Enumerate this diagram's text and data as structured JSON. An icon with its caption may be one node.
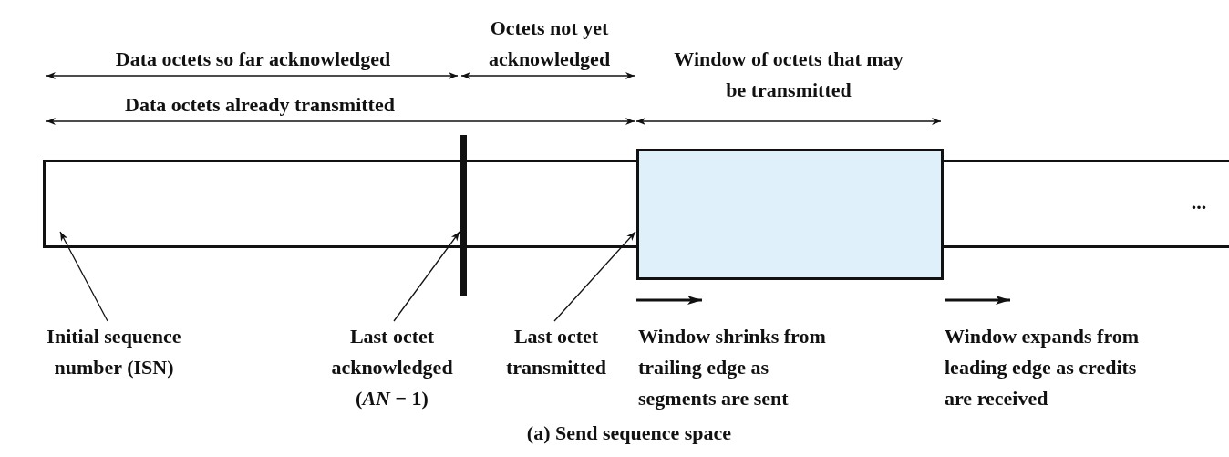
{
  "diagram": {
    "caption": "(a) Send sequence space",
    "nodes": [
      {
        "text": [],
        "shape": "bar"
      },
      {
        "text": [],
        "shape": "bar"
      },
      {
        "text": [],
        "shape": "box"
      },
      {
        "text": [
          "Initial sequence number (ISN)"
        ]
      },
      {
        "text": [
          "Last octet acknowledged (*AN* − 1)"
        ]
      },
      {
        "text": [
          "Last octet transmitted"
        ]
      }
    ],
    "edges": [
      {
        "from": 3,
        "to": 0,
        "arrow": "to"
      },
      {
        "from": 4,
        "to": 1,
        "arrow": "to"
      },
      {
        "from": 5,
        "to": 2,
        "arrow": "to"
      }
    ],
    "labels": [
      "Octets not yet acknowledged",
      "Data octets so far acknowledged",
      "Window of octets that may be transmitted",
      "Data octets already transmitted",
      "...",
      "Window shrinks from trailing edge as segments are sent",
      "Window expands from leading edge as credits are received"
    ]
  }
}
